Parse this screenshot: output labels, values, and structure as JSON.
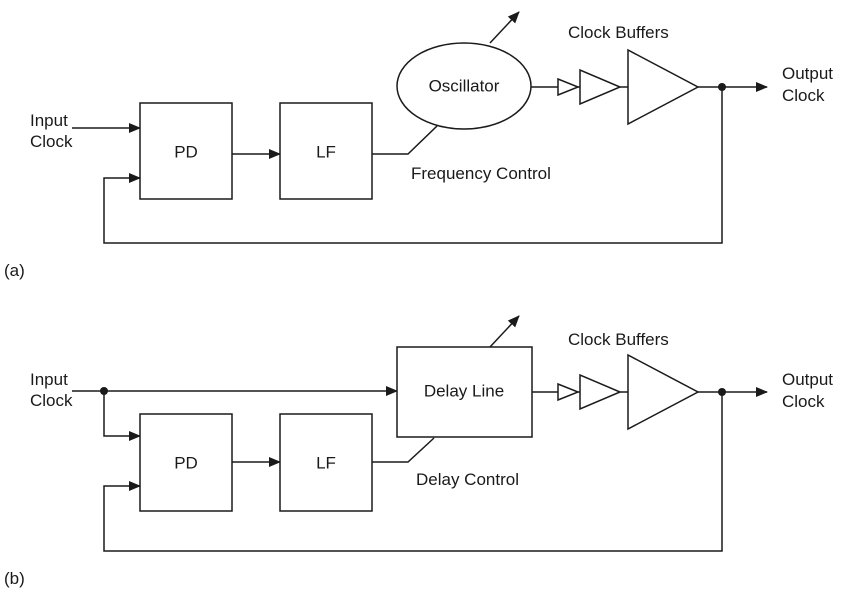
{
  "diagram_a": {
    "caption": "(a)",
    "input_label": [
      "Input",
      "Clock"
    ],
    "output_label": [
      "Output",
      "Clock"
    ],
    "pd_label": "PD",
    "lf_label": "LF",
    "oscillator_label": "Oscillator",
    "control_label": "Frequency Control",
    "buffers_label": "Clock Buffers"
  },
  "diagram_b": {
    "caption": "(b)",
    "input_label": [
      "Input",
      "Clock"
    ],
    "output_label": [
      "Output",
      "Clock"
    ],
    "pd_label": "PD",
    "lf_label": "LF",
    "delay_line_label": "Delay Line",
    "control_label": "Delay Control",
    "buffers_label": "Clock Buffers"
  }
}
